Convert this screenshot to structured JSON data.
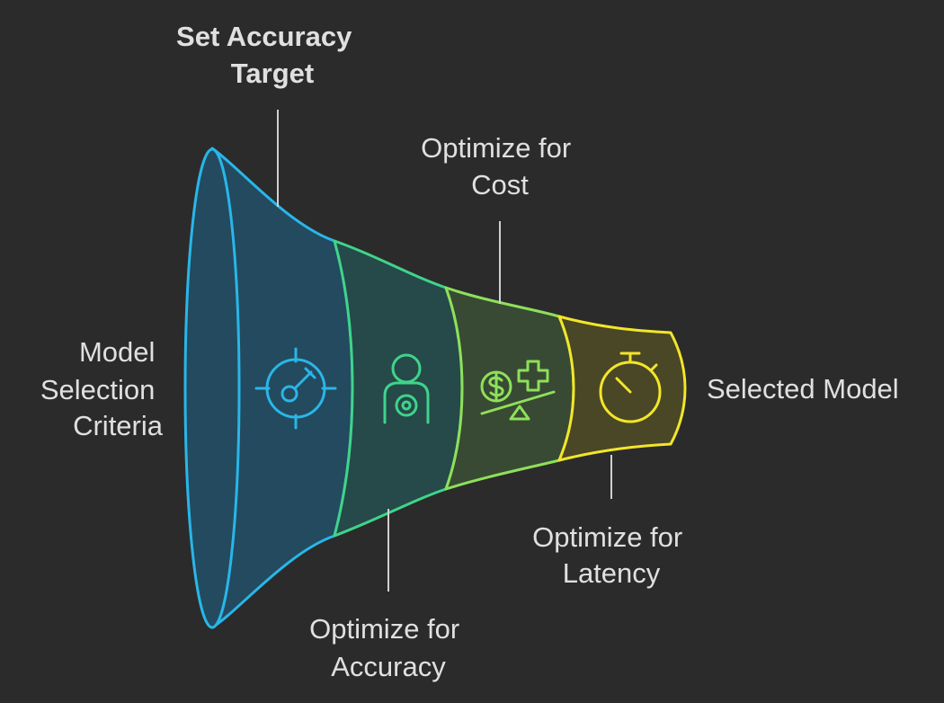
{
  "diagram": {
    "colors": {
      "background": "#2b2b2b",
      "leader_line": "#d0d0d0",
      "label_text": "#e0e0e0"
    },
    "start_label": [
      "Model",
      "Selection",
      "Criteria"
    ],
    "end_label": "Selected Model",
    "stages": [
      {
        "name": "set-accuracy-target",
        "label": [
          "Set Accuracy",
          "Target"
        ],
        "bold": true,
        "label_position": "top",
        "icon": "target-gauge-icon",
        "color": "#29b6e8",
        "fill": "#234a5e"
      },
      {
        "name": "optimize-for-accuracy",
        "label": [
          "Optimize for",
          "Accuracy"
        ],
        "bold": false,
        "label_position": "bottom",
        "icon": "person-target-icon",
        "color": "#3fd48a",
        "fill": "#26494a"
      },
      {
        "name": "optimize-for-cost",
        "label": [
          "Optimize for",
          "Cost"
        ],
        "bold": false,
        "label_position": "top",
        "icon": "dollar-plus-balance-icon",
        "color": "#8ee05a",
        "fill": "#384a33"
      },
      {
        "name": "optimize-for-latency",
        "label": [
          "Optimize for",
          "Latency"
        ],
        "bold": false,
        "label_position": "bottom",
        "icon": "stopwatch-icon",
        "color": "#f2e62a",
        "fill": "#4a4726"
      }
    ]
  }
}
